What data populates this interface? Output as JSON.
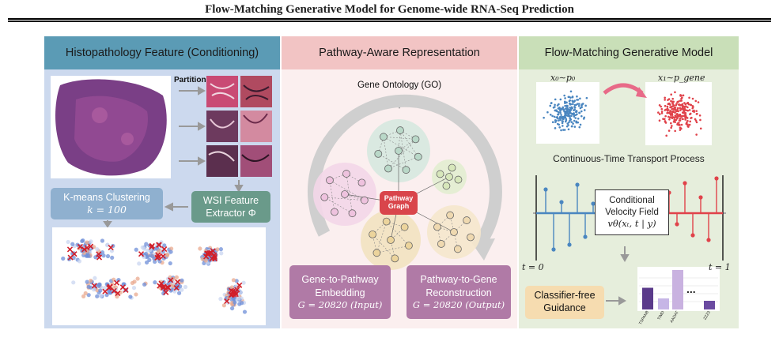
{
  "title": "Flow-Matching Generative Model for Genome-wide RNA-Seq Prediction",
  "panel1": {
    "header": "Histopathology Feature (Conditioning)",
    "partition": "Partition",
    "kmeans_line1": "K-means Clustering",
    "kmeans_line2": "k = 100",
    "wsi_line1": "WSI Feature",
    "wsi_line2": "Extractor Φ"
  },
  "panel2": {
    "header": "Pathway-Aware Representation",
    "go": "Gene Ontology (GO)",
    "hub_line1": "Pathway",
    "hub_line2": "Graph",
    "embed_line1": "Gene-to-Pathway",
    "embed_line2": "Embedding",
    "embed_line3": "G = 20820 (Input)",
    "recon_line1": "Pathway-to-Gene",
    "recon_line2": "Reconstruction",
    "recon_line3": "G = 20820 (Output)"
  },
  "panel3": {
    "header": "Flow-Matching Generative Model",
    "x0": "x₀∼p₀",
    "x1": "x₁∼p_gene",
    "transport": "Continuous-Time Transport Process",
    "velocity_line1": "Conditional",
    "velocity_line2": "Velocity Field",
    "velocity_line3": "vθ(xₜ, t | y)",
    "t0": "t = 0",
    "t1": "t = 1",
    "cfg_line1": "Classifier-free",
    "cfg_line2": "Guidance",
    "ellipsis": "...",
    "bar_labels": [
      "TSPAN8",
      "TIMD",
      "AADAT",
      "ZZZ3"
    ]
  },
  "colors": {
    "blue_scatter": "#4a86c0",
    "red_scatter": "#e0424a",
    "kmeans_box": "#8fb0cf",
    "wsi_box": "#6a9a8a",
    "pathway_box": "#b07aa6",
    "hub": "#d9454b",
    "cfg_box": "#f6dcb0"
  },
  "chart_data": {
    "type": "bar",
    "categories": [
      "TSPAN8",
      "TIMD",
      "AADAT",
      "ZZZ3"
    ],
    "values": [
      0.55,
      0.28,
      1.0,
      0.22
    ]
  }
}
